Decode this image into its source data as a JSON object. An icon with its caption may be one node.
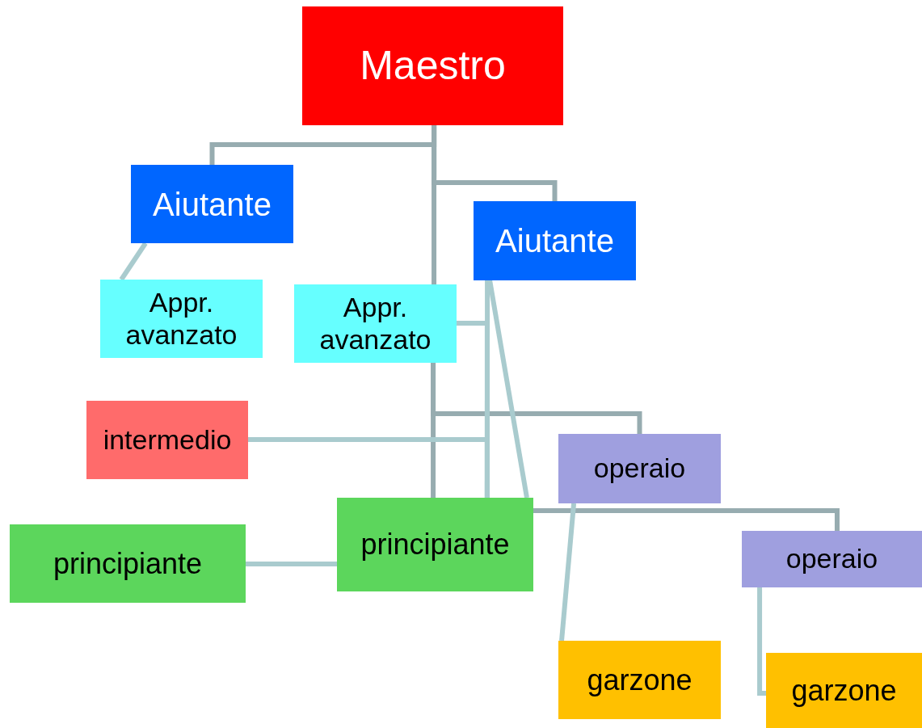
{
  "diagram": {
    "nodes": [
      {
        "text": [
          "Maestro"
        ]
      },
      {
        "text": [
          "Aiutante"
        ]
      },
      {
        "text": [
          "Aiutante"
        ]
      },
      {
        "text": [
          "Appr. avanzato"
        ]
      },
      {
        "text": [
          "Appr. avanzato"
        ]
      },
      {
        "text": [
          "intermedio"
        ]
      },
      {
        "text": [
          "operaio"
        ]
      },
      {
        "text": [
          "principiante"
        ]
      },
      {
        "text": [
          "principiante"
        ]
      },
      {
        "text": [
          "operaio"
        ]
      },
      {
        "text": [
          "garzone"
        ]
      },
      {
        "text": [
          "garzone"
        ]
      }
    ],
    "edges": [
      {
        "from": 0,
        "to": 1,
        "arrow": "none",
        "color": "#97acb0"
      },
      {
        "from": 0,
        "to": 2,
        "arrow": "none",
        "color": "#97acb0"
      },
      {
        "from": 0,
        "to": 4,
        "arrow": "none",
        "color": "#97acb0"
      },
      {
        "from": 1,
        "to": 3,
        "arrow": "none"
      },
      {
        "from": 4,
        "to": 7,
        "arrow": "none",
        "color": "#97acb0"
      },
      {
        "from": 4,
        "to": 6,
        "arrow": "none",
        "color": "#97acb0"
      },
      {
        "from": 2,
        "to": 7,
        "arrow": "none"
      },
      {
        "from": 4,
        "to": 7,
        "arrow": "none"
      },
      {
        "from": 5,
        "to": 7,
        "arrow": "none"
      },
      {
        "from": 2,
        "to": 7,
        "arrow": "none"
      },
      {
        "from": 8,
        "to": 7,
        "arrow": "none"
      },
      {
        "from": 7,
        "to": 9,
        "arrow": "none",
        "color": "#97acb0"
      },
      {
        "from": 6,
        "to": 10,
        "arrow": "none"
      },
      {
        "from": 9,
        "to": 11,
        "arrow": "none"
      }
    ]
  }
}
